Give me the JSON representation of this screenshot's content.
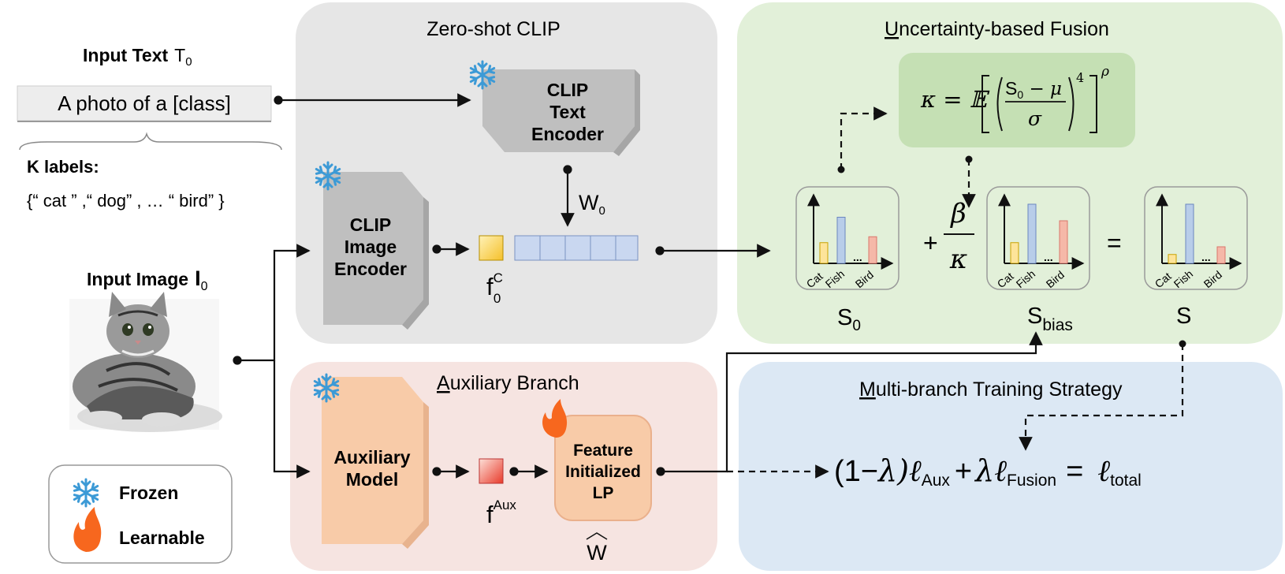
{
  "panels": {
    "zero_shot_title": "Zero-shot CLIP",
    "fusion_title_first": "U",
    "fusion_title_rest": "ncertainty-based  Fusion",
    "auxiliary_title_first": "A",
    "auxiliary_title_rest": "uxiliary Branch",
    "training_title_first": "M",
    "training_title_rest": "ulti-branch Training Strategy"
  },
  "input_text": {
    "title": "Input Text",
    "symbol": "T",
    "subscript": "0",
    "prompt": "A photo of a [class]",
    "k_labels_title": "K labels:",
    "k_labels_list": "{“ cat ” ,“ dog” , … “ bird” }"
  },
  "input_image": {
    "title": "Input Image",
    "symbol": "I",
    "subscript": "0"
  },
  "encoders": {
    "text_line1": "CLIP",
    "text_line2": "Text",
    "text_line3": "Encoder",
    "image_line1": "CLIP",
    "image_line2": "Image",
    "image_line3": "Encoder",
    "aux_line1": "Auxiliary",
    "aux_line2": "Model",
    "lp_line1": "Feature",
    "lp_line2": "Initialized",
    "lp_line3": "LP"
  },
  "symbols": {
    "w0": "W",
    "w0_sub": "0",
    "f0": "f",
    "f0_sup": "C",
    "f0_sub": "0",
    "faux": "f",
    "faux_sup": "Aux",
    "w_hat": "W",
    "s0": "S",
    "s0_sub": "0",
    "sbias": "S",
    "sbias_sub": "bias",
    "s": "S",
    "beta": "β",
    "kappa": "κ",
    "plus": "+",
    "equals": "="
  },
  "kappa_formula": {
    "lhs": "κ = 𝔼",
    "numerator": "S",
    "numerator_sub": "0",
    "numerator_rest": " − μ",
    "denominator": "σ",
    "power": "4",
    "outer_power": "ρ"
  },
  "loss_formula": {
    "part1": "(1−",
    "lambda": "λ",
    "part2": ")ℓ",
    "aux_sub": "Aux",
    "plus": "+",
    "lambda2": "λℓ",
    "fusion_sub": "Fusion",
    "equals": "=",
    "ell": "ℓ",
    "total_sub": "total"
  },
  "bar_chart_labels": [
    "Cat",
    "Fish",
    "Bird"
  ],
  "bar_chart_ellipsis": "...",
  "bar_charts": {
    "s0": [
      0.35,
      0.78,
      0.45
    ],
    "sbias": [
      0.35,
      1.0,
      0.72
    ],
    "s": [
      0.15,
      1.0,
      0.28
    ]
  },
  "legend": {
    "frozen": "Frozen",
    "learnable": "Learnable"
  },
  "colors": {
    "zero_shot_bg": "#e6e6e6",
    "fusion_bg": "#e2f0d9",
    "auxiliary_bg": "#f6e4e1",
    "training_bg": "#dce8f4",
    "encoder_gray": "#bfbfbf",
    "aux_orange": "#f8cba8",
    "formula_green": "#c5e0b4",
    "feature_blue": "#c9d7f0",
    "bar_yellow": "#fde49a",
    "bar_blue": "#b8cde9",
    "bar_pink": "#f5b8a8",
    "snow_blue": "#3c9ad6",
    "flame_orange": "#f7671e"
  }
}
